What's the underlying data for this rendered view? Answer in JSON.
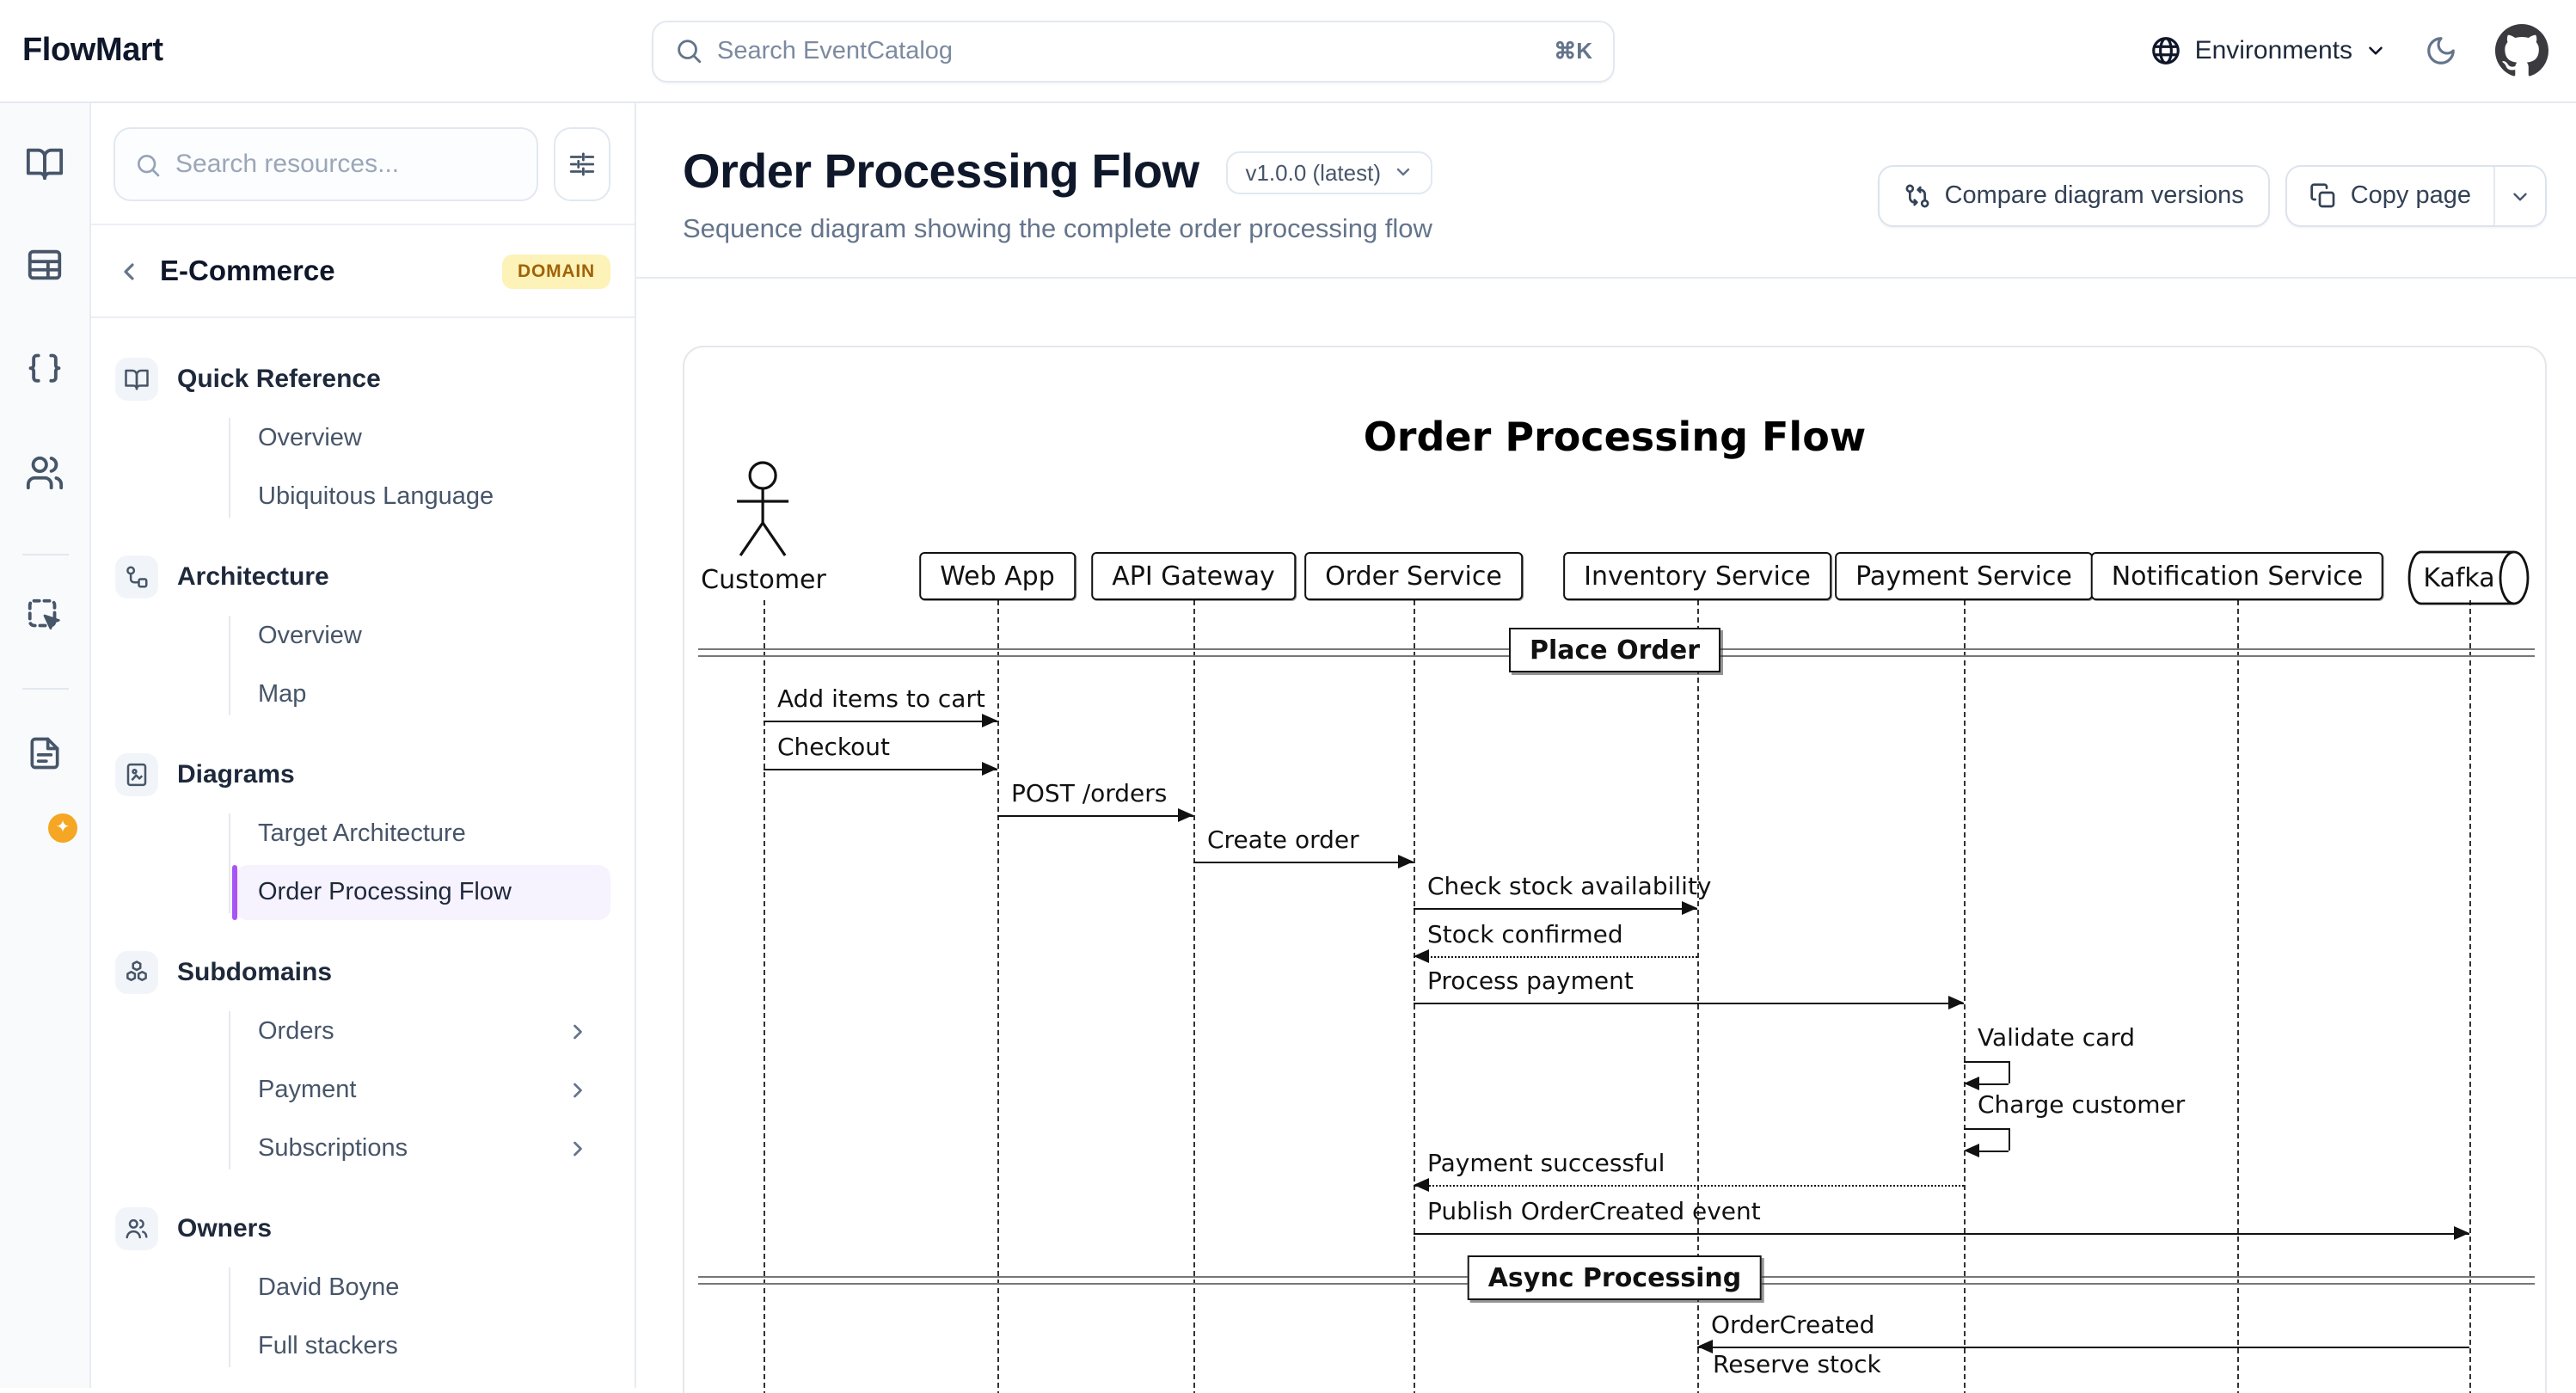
{
  "navbar": {
    "logo": "FlowMart",
    "search_placeholder": "Search EventCatalog",
    "search_shortcut": "⌘K",
    "environments_label": "Environments"
  },
  "sidebar": {
    "search_placeholder": "Search resources...",
    "domain": {
      "name": "E-Commerce",
      "badge": "DOMAIN"
    },
    "sections": [
      {
        "icon": "book-open-icon",
        "title": "Quick Reference",
        "items": [
          {
            "label": "Overview"
          },
          {
            "label": "Ubiquitous Language"
          }
        ]
      },
      {
        "icon": "workflow-icon",
        "title": "Architecture",
        "items": [
          {
            "label": "Overview"
          },
          {
            "label": "Map"
          }
        ]
      },
      {
        "icon": "diagram-file-icon",
        "title": "Diagrams",
        "items": [
          {
            "label": "Target Architecture"
          },
          {
            "label": "Order Processing Flow",
            "active": true
          }
        ]
      },
      {
        "icon": "boxes-icon",
        "title": "Subdomains",
        "items": [
          {
            "label": "Orders",
            "chevron": true
          },
          {
            "label": "Payment",
            "chevron": true
          },
          {
            "label": "Subscriptions",
            "chevron": true
          }
        ]
      },
      {
        "icon": "users-icon",
        "title": "Owners",
        "items": [
          {
            "label": "David Boyne"
          },
          {
            "label": "Full stackers"
          }
        ]
      }
    ]
  },
  "header": {
    "title": "Order Processing Flow",
    "version": "v1.0.0 (latest)",
    "subtitle": "Sequence diagram showing the complete order processing flow",
    "compare_button": "Compare diagram versions",
    "copy_button": "Copy page"
  },
  "diagram": {
    "title": "Order Processing Flow",
    "participants": [
      {
        "name": "Customer",
        "type": "actor"
      },
      {
        "name": "Web App",
        "type": "participant"
      },
      {
        "name": "API Gateway",
        "type": "participant"
      },
      {
        "name": "Order Service",
        "type": "participant"
      },
      {
        "name": "Inventory Service",
        "type": "participant"
      },
      {
        "name": "Payment Service",
        "type": "participant"
      },
      {
        "name": "Notification Service",
        "type": "participant"
      },
      {
        "name": "Kafka",
        "type": "queue"
      }
    ],
    "steps": [
      {
        "kind": "divider",
        "label": "Place Order"
      },
      {
        "kind": "message",
        "from": 0,
        "to": 1,
        "label": "Add items to cart",
        "line": "solid"
      },
      {
        "kind": "message",
        "from": 0,
        "to": 1,
        "label": "Checkout",
        "line": "solid"
      },
      {
        "kind": "message",
        "from": 1,
        "to": 2,
        "label": "POST /orders",
        "line": "solid"
      },
      {
        "kind": "message",
        "from": 2,
        "to": 3,
        "label": "Create order",
        "line": "solid"
      },
      {
        "kind": "message",
        "from": 3,
        "to": 4,
        "label": "Check stock availability",
        "line": "solid"
      },
      {
        "kind": "message",
        "from": 4,
        "to": 3,
        "label": "Stock confirmed",
        "line": "dotted"
      },
      {
        "kind": "message",
        "from": 3,
        "to": 5,
        "label": "Process payment",
        "line": "solid"
      },
      {
        "kind": "self",
        "from": 5,
        "label": "Validate card"
      },
      {
        "kind": "self",
        "from": 5,
        "label": "Charge customer"
      },
      {
        "kind": "message",
        "from": 5,
        "to": 3,
        "label": "Payment successful",
        "line": "dotted"
      },
      {
        "kind": "message",
        "from": 3,
        "to": 7,
        "label": "Publish OrderCreated event",
        "line": "solid"
      },
      {
        "kind": "divider",
        "label": "Async Processing"
      },
      {
        "kind": "message",
        "from": 7,
        "to": 4,
        "label": "OrderCreated",
        "line": "solid"
      },
      {
        "kind": "label",
        "from": 4,
        "label": "Reserve stock"
      }
    ]
  },
  "colors": {
    "accent_purple": "#a855f7",
    "active_item_bg": "#f6f2fe",
    "domain_badge_bg": "#fdf3b9",
    "domain_badge_text": "#a16207",
    "notification_badge": "#f5a623",
    "top_band": "#0f172a"
  }
}
